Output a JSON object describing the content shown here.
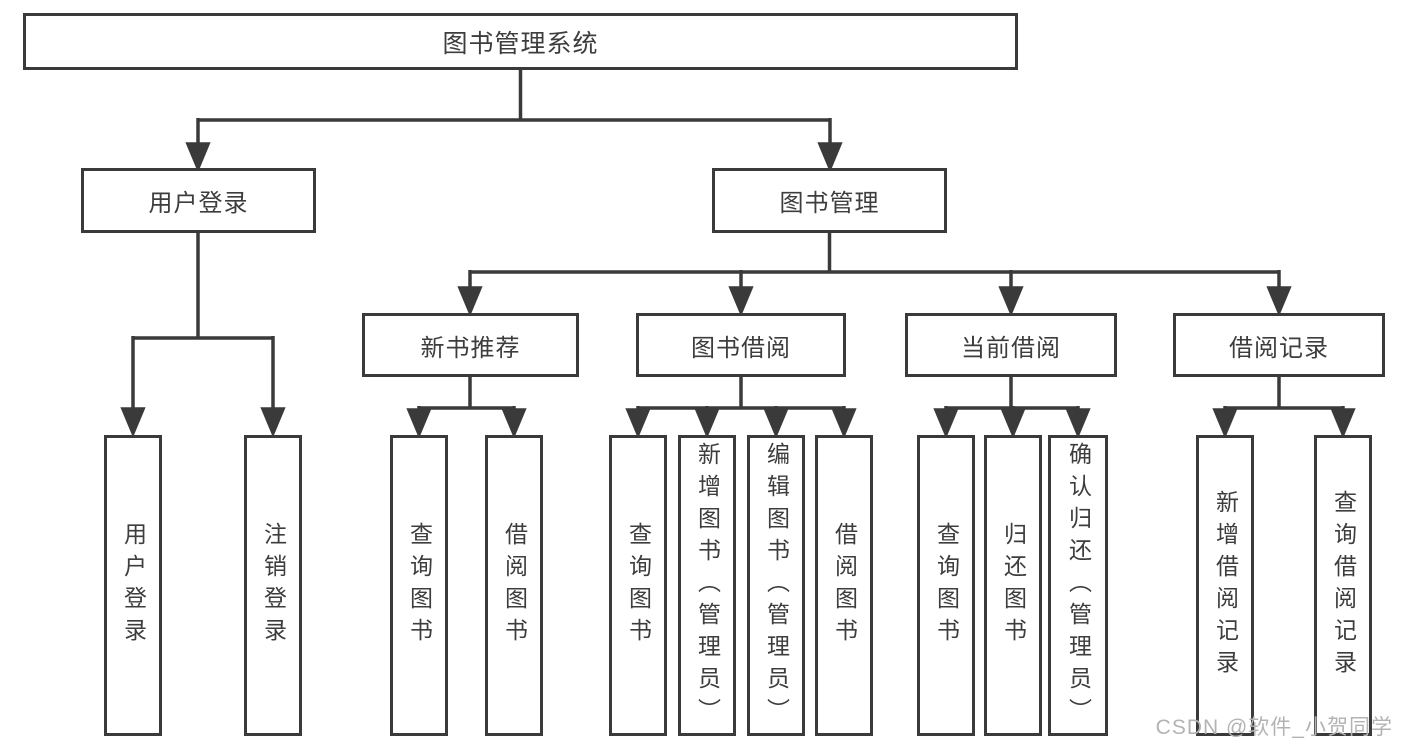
{
  "diagram_type": "functional-structure-tree",
  "colors": {
    "line": "#3a3a3a",
    "border": "#3a3a3a",
    "text": "#3d3d3d",
    "watermark": "#b3b3b3",
    "background": "#ffffff"
  },
  "tree": {
    "label": "图书管理系统",
    "children": [
      {
        "label": "用户登录",
        "children": [
          {
            "label": "用户登录"
          },
          {
            "label": "注销登录"
          }
        ]
      },
      {
        "label": "图书管理",
        "children": [
          {
            "label": "新书推荐",
            "children": [
              {
                "label": "查询图书"
              },
              {
                "label": "借阅图书"
              }
            ]
          },
          {
            "label": "图书借阅",
            "children": [
              {
                "label": "查询图书"
              },
              {
                "label": "新增图书（管理员）"
              },
              {
                "label": "编辑图书（管理员）"
              },
              {
                "label": "借阅图书"
              }
            ]
          },
          {
            "label": "当前借阅",
            "children": [
              {
                "label": "查询图书"
              },
              {
                "label": "归还图书"
              },
              {
                "label": "确认归还（管理员）"
              }
            ]
          },
          {
            "label": "借阅记录",
            "children": [
              {
                "label": "新增借阅记录"
              },
              {
                "label": "查询借阅记录"
              }
            ]
          }
        ]
      }
    ]
  },
  "watermark": {
    "text": "CSDN @软件_小贺同学"
  }
}
